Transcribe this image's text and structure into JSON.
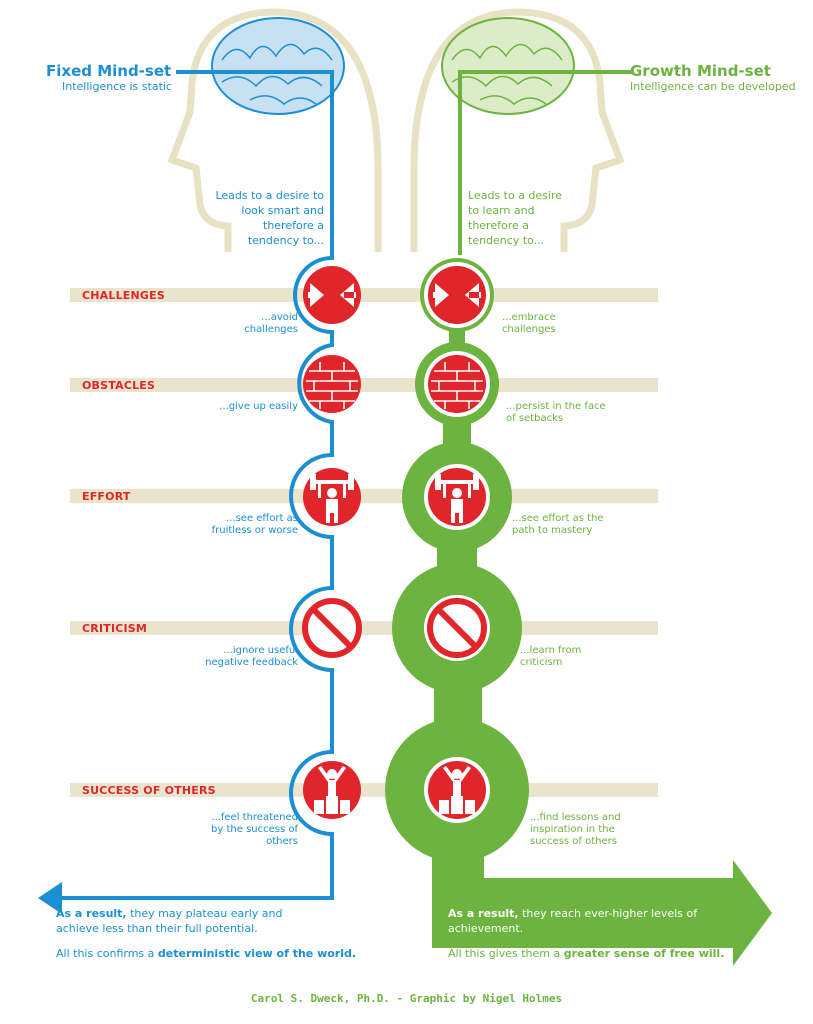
{
  "fixed": {
    "title": "Fixed Mind-set",
    "subtitle": "Intelligence is static",
    "lead": "Leads to a desire to look smart and therefore a tendency to...",
    "result_bold": "As a result,",
    "result_text": " they may plateau early and achieve less than their full potential.",
    "confirm_text": "All this confirms a ",
    "confirm_bold": "deterministic view of the world."
  },
  "growth": {
    "title": "Growth Mind-set",
    "subtitle": "Intelligence can be developed",
    "lead": "Leads to a desire to learn and therefore a tendency to...",
    "result_bold": "As a result,",
    "result_text": " they reach ever-higher levels of achievement.",
    "confirm_text": "All this gives them a ",
    "confirm_bold": "greater sense of free will."
  },
  "rows": [
    {
      "category": "CHALLENGES",
      "fixed": "...avoid challenges",
      "growth": "...embrace challenges",
      "icon": "arrows-in-icon"
    },
    {
      "category": "OBSTACLES",
      "fixed": "...give up easily",
      "growth": "...persist in the face of setbacks",
      "icon": "brick-wall-icon"
    },
    {
      "category": "EFFORT",
      "fixed": "...see effort as fruitless or worse",
      "growth": "...see effort as the path to mastery",
      "icon": "weightlifter-icon"
    },
    {
      "category": "CRITICISM",
      "fixed": "...ignore useful negative feedback",
      "growth": "...learn from criticism",
      "icon": "no-entry-icon"
    },
    {
      "category": "SUCCESS OF OTHERS",
      "fixed": "...feel threatened by the success of others",
      "growth": "...find lessons and inspiration in the success of others",
      "icon": "winner-icon"
    }
  ],
  "credit": "Carol S. Dweck, Ph.D. - Graphic by Nigel Holmes",
  "colors": {
    "blue": "#1b8fd2",
    "green": "#6db33f",
    "red": "#e0262b",
    "band": "#ebe4cc",
    "head": "#e8e1c3"
  }
}
